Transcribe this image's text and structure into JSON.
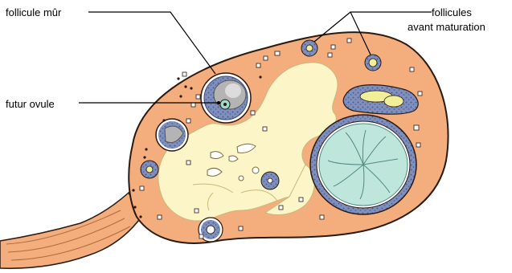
{
  "labels": {
    "mature_follicle": "follicule mûr",
    "future_ovum": "futur ovule",
    "follicles_line1": "follicules",
    "follicles_line2": "avant maturation"
  },
  "colors": {
    "ovary_fill": "#f4ad7c",
    "ovary_outline": "#2b1a10",
    "stroma_fill": "#fbf5c8",
    "follicle_ring": "#6a7aa8",
    "follicle_antrum": "#b4b4b4",
    "corpus_fill": "#bfe6da",
    "ovum_fill": "#f2ef9a"
  }
}
